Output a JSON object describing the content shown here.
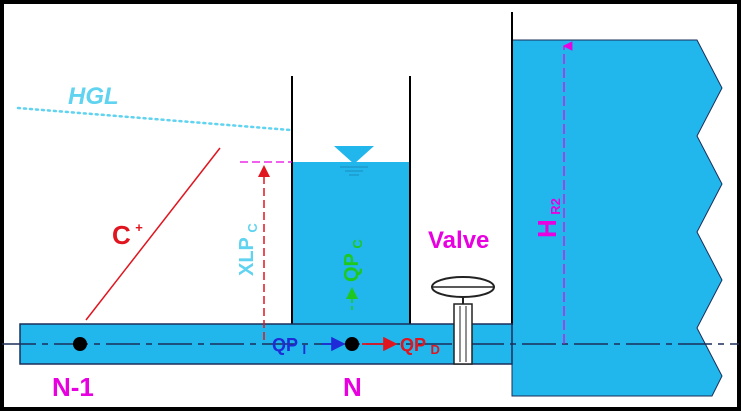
{
  "labels": {
    "hgl": "HGL",
    "characteristic": {
      "main": "C",
      "sup": "+"
    },
    "xlp": {
      "main": "XLP",
      "sub": "C"
    },
    "qpc": {
      "main": "QP",
      "sub": "C"
    },
    "valve": "Valve",
    "hr2": {
      "main": "H",
      "sub": "R2"
    },
    "qpi": {
      "main": "QP",
      "sub": "I"
    },
    "qpd": {
      "main": "QP",
      "sub": "D"
    },
    "node_prev": "N-1",
    "node": "N"
  },
  "colors": {
    "water": "#21b6ec",
    "water_edge": "#1b2f5a",
    "frame": "#000000",
    "hgl": "#5fd3f0",
    "magenta": "#e800e0",
    "red": "#e0151f",
    "blue": "#1f2bd6",
    "green": "#1ec81e",
    "valve_body": "#ffffff"
  }
}
